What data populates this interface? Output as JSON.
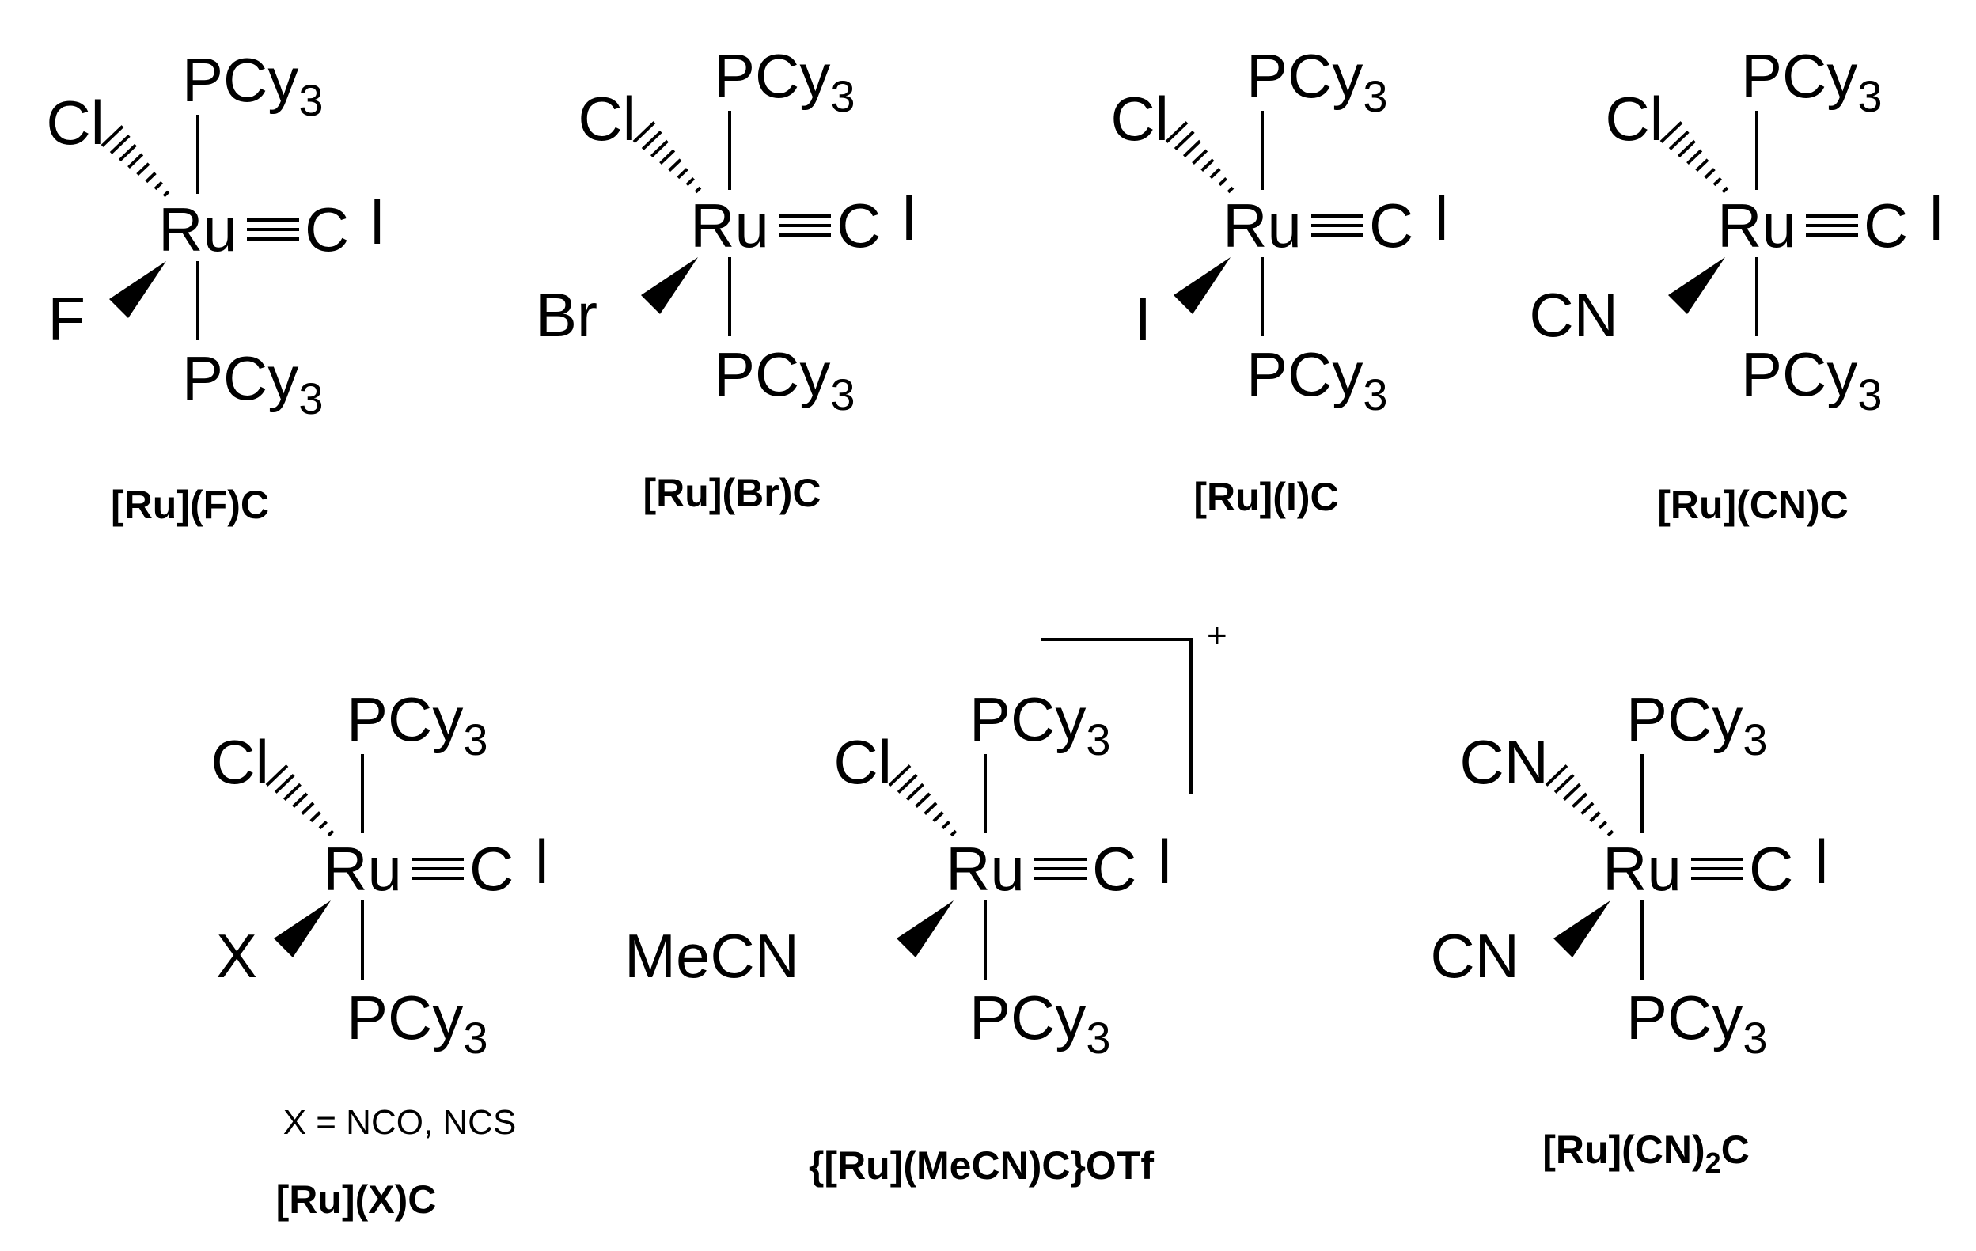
{
  "compounds": [
    {
      "phosphine_top": "PCy",
      "phosphine_top_sub": "3",
      "phosphine_bottom": "PCy",
      "phosphine_bottom_sub": "3",
      "metal": "Ru",
      "carbide_c": "C",
      "carbide_l": "l",
      "hashed_ligand": "Cl",
      "wedge_ligand": "F",
      "caption": "[Ru](F)C",
      "caption_sub": "",
      "caption_tail": "",
      "note": "",
      "charge": ""
    },
    {
      "phosphine_top": "PCy",
      "phosphine_top_sub": "3",
      "phosphine_bottom": "PCy",
      "phosphine_bottom_sub": "3",
      "metal": "Ru",
      "carbide_c": "C",
      "carbide_l": "l",
      "hashed_ligand": "Cl",
      "wedge_ligand": "Br",
      "caption": "[Ru](Br)C",
      "caption_sub": "",
      "caption_tail": "",
      "note": "",
      "charge": ""
    },
    {
      "phosphine_top": "PCy",
      "phosphine_top_sub": "3",
      "phosphine_bottom": "PCy",
      "phosphine_bottom_sub": "3",
      "metal": "Ru",
      "carbide_c": "C",
      "carbide_l": "l",
      "hashed_ligand": "Cl",
      "wedge_ligand": "I",
      "caption": "[Ru](I)C",
      "caption_sub": "",
      "caption_tail": "",
      "note": "",
      "charge": ""
    },
    {
      "phosphine_top": "PCy",
      "phosphine_top_sub": "3",
      "phosphine_bottom": "PCy",
      "phosphine_bottom_sub": "3",
      "metal": "Ru",
      "carbide_c": "C",
      "carbide_l": "l",
      "hashed_ligand": "Cl",
      "wedge_ligand": "CN",
      "caption": "[Ru](CN)C",
      "caption_sub": "",
      "caption_tail": "",
      "note": "",
      "charge": ""
    },
    {
      "phosphine_top": "PCy",
      "phosphine_top_sub": "3",
      "phosphine_bottom": "PCy",
      "phosphine_bottom_sub": "3",
      "metal": "Ru",
      "carbide_c": "C",
      "carbide_l": "l",
      "hashed_ligand": "Cl",
      "wedge_ligand": "X",
      "caption": "[Ru](X)C",
      "caption_sub": "",
      "caption_tail": "",
      "note": "X = NCO, NCS",
      "charge": ""
    },
    {
      "phosphine_top": "PCy",
      "phosphine_top_sub": "3",
      "phosphine_bottom": "PCy",
      "phosphine_bottom_sub": "3",
      "metal": "Ru",
      "carbide_c": "C",
      "carbide_l": "l",
      "hashed_ligand": "Cl",
      "wedge_ligand": "MeCN",
      "caption": "{[Ru](MeCN)C}OTf",
      "caption_sub": "",
      "caption_tail": "",
      "note": "",
      "charge": "+"
    },
    {
      "phosphine_top": "PCy",
      "phosphine_top_sub": "3",
      "phosphine_bottom": "PCy",
      "phosphine_bottom_sub": "3",
      "metal": "Ru",
      "carbide_c": "C",
      "carbide_l": "l",
      "hashed_ligand": "CN",
      "wedge_ligand": "CN",
      "caption": "[Ru](CN)",
      "caption_sub": "2",
      "caption_tail": "C",
      "note": "",
      "charge": ""
    }
  ]
}
